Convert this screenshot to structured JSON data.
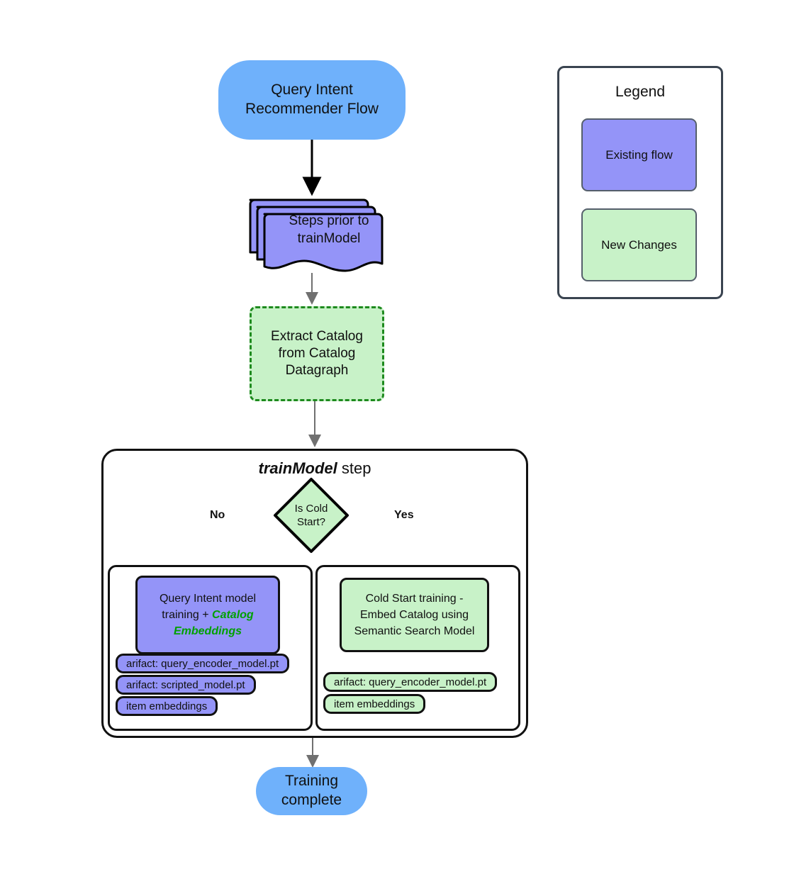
{
  "diagram": {
    "title": "Query Intent Recommender Flow",
    "type": "flowchart",
    "colors": {
      "existing_flow_purple": "#9494F8",
      "new_changes_green": "#C8F2C8",
      "terminator_blue": "#6FB1FB",
      "accent_green_text": "#00A000",
      "green_edge": "#008000",
      "gray_edge": "#707070",
      "black_edge": "#000000",
      "legend_border": "#3A4450"
    }
  },
  "start_node": {
    "label": "Query Intent\nRecommender Flow",
    "shape": "rounded-rect",
    "fill": "#6FB1FB"
  },
  "steps_prior": {
    "label": "Steps prior to\ntrainModel",
    "shape": "multi-document",
    "fill": "#9494F8",
    "stack_count": 3
  },
  "extract_catalog": {
    "label": "Extract Catalog\nfrom Catalog\nDatagraph",
    "shape": "dashed-rect",
    "fill": "#C8F2C8",
    "border_style": "dashed"
  },
  "train_model_step": {
    "title_bold": "trainModel",
    "title_rest": " step",
    "decision": {
      "label": "Is Cold\nStart?",
      "shape": "diamond",
      "fill": "#C8F2C8"
    },
    "branches": {
      "no_label": "No",
      "yes_label": "Yes"
    },
    "left_panel": {
      "process": {
        "line1": "Query Intent model",
        "line2_plain": "training + ",
        "line2_accent": "Catalog",
        "line3_accent": "Embeddings",
        "fill": "#9494F8"
      },
      "artifacts": [
        "arifact: query_encoder_model.pt",
        "arifact: scripted_model.pt",
        "item embeddings"
      ]
    },
    "right_panel": {
      "process": {
        "label": "Cold Start training -\nEmbed Catalog using\nSemantic Search Model",
        "fill": "#C8F2C8"
      },
      "artifacts": [
        "arifact: query_encoder_model.pt",
        "item embeddings"
      ]
    }
  },
  "end_node": {
    "label": "Training\ncomplete",
    "shape": "pill",
    "fill": "#6FB1FB"
  },
  "legend": {
    "title": "Legend",
    "items": [
      {
        "label": "Existing flow",
        "fill": "#9494F8"
      },
      {
        "label": "New Changes",
        "fill": "#C8F2C8"
      }
    ]
  }
}
